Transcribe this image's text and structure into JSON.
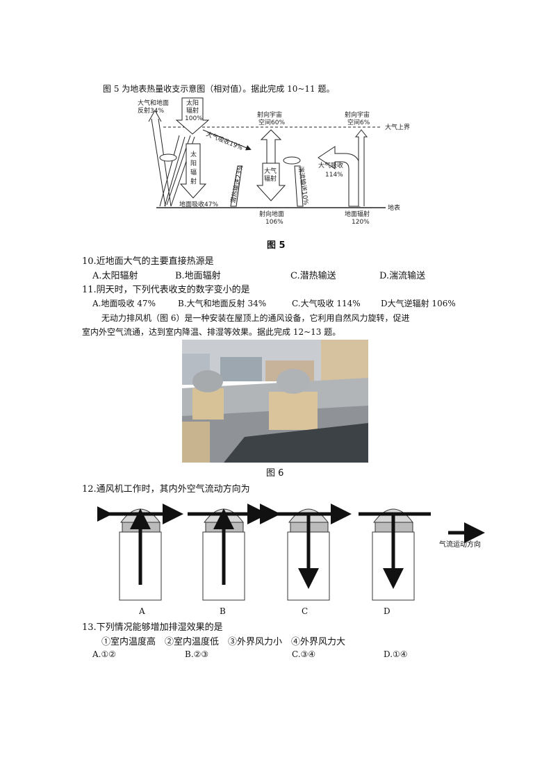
{
  "intro5": "图 5 为地表热量收支示意图（相对值）。据此完成 10~11 题。",
  "fig5": {
    "caption": "图 5",
    "labels": {
      "atm_ground_reflect": [
        "大气和地面",
        "反射34%"
      ],
      "solar": [
        "太阳",
        "辐射",
        "100%"
      ],
      "space60": [
        "射向宇宙",
        "空间60%"
      ],
      "space6": [
        "射向宇宙",
        "空间6%"
      ],
      "top_atm": "大气上界",
      "atm_absorb19": "大气吸收19%",
      "solar_rad": [
        "太",
        "阳",
        "辐",
        "射"
      ],
      "ground_absorb": "地面吸收47%",
      "latent": "潜热输送23%",
      "atm_rad": [
        "大气",
        "辐射"
      ],
      "to_ground": [
        "射向地面",
        "106%"
      ],
      "turbulent": "湍流输送10%",
      "atm_absorb114": [
        "大气吸收",
        "114%"
      ],
      "ground_rad": [
        "地面辐射",
        "120%"
      ],
      "surface": "地表"
    }
  },
  "q10": {
    "stem": "10.近地面大气的主要直接热源是",
    "options": [
      "A.太阳辐射",
      "B.地面辐射",
      "C.潜热输送",
      "D.湍流输送"
    ]
  },
  "q11": {
    "stem": "11.阴天时，下列代表收支的数字变小的是",
    "options": [
      "A.地面吸收 47%",
      "B.大气和地面反射 34%",
      "C.大气吸收 114%",
      "D大气逆辐射 106%"
    ]
  },
  "intro6": [
    "无动力排风机（图 6）是一种安装在屋顶上的通风设备，它利用自然风力旋转，促进",
    "室内外空气流通，达到室内降温、排湿等效果。据此完成 12~13 题。"
  ],
  "fig6": {
    "caption": "图 6"
  },
  "q12": {
    "stem": "12.通风机工作时，其内外空气流动方向为",
    "options": [
      "A",
      "B",
      "C",
      "D"
    ],
    "legend": "气流运动方向"
  },
  "q13": {
    "stem": "13.下列情况能够增加排湿效果的是",
    "items": "①室内温度高　②室内温度低　③外界风力小　④外界风力大",
    "options": [
      "A.①②",
      "B.②③",
      "C.③④",
      "D.①④"
    ]
  }
}
